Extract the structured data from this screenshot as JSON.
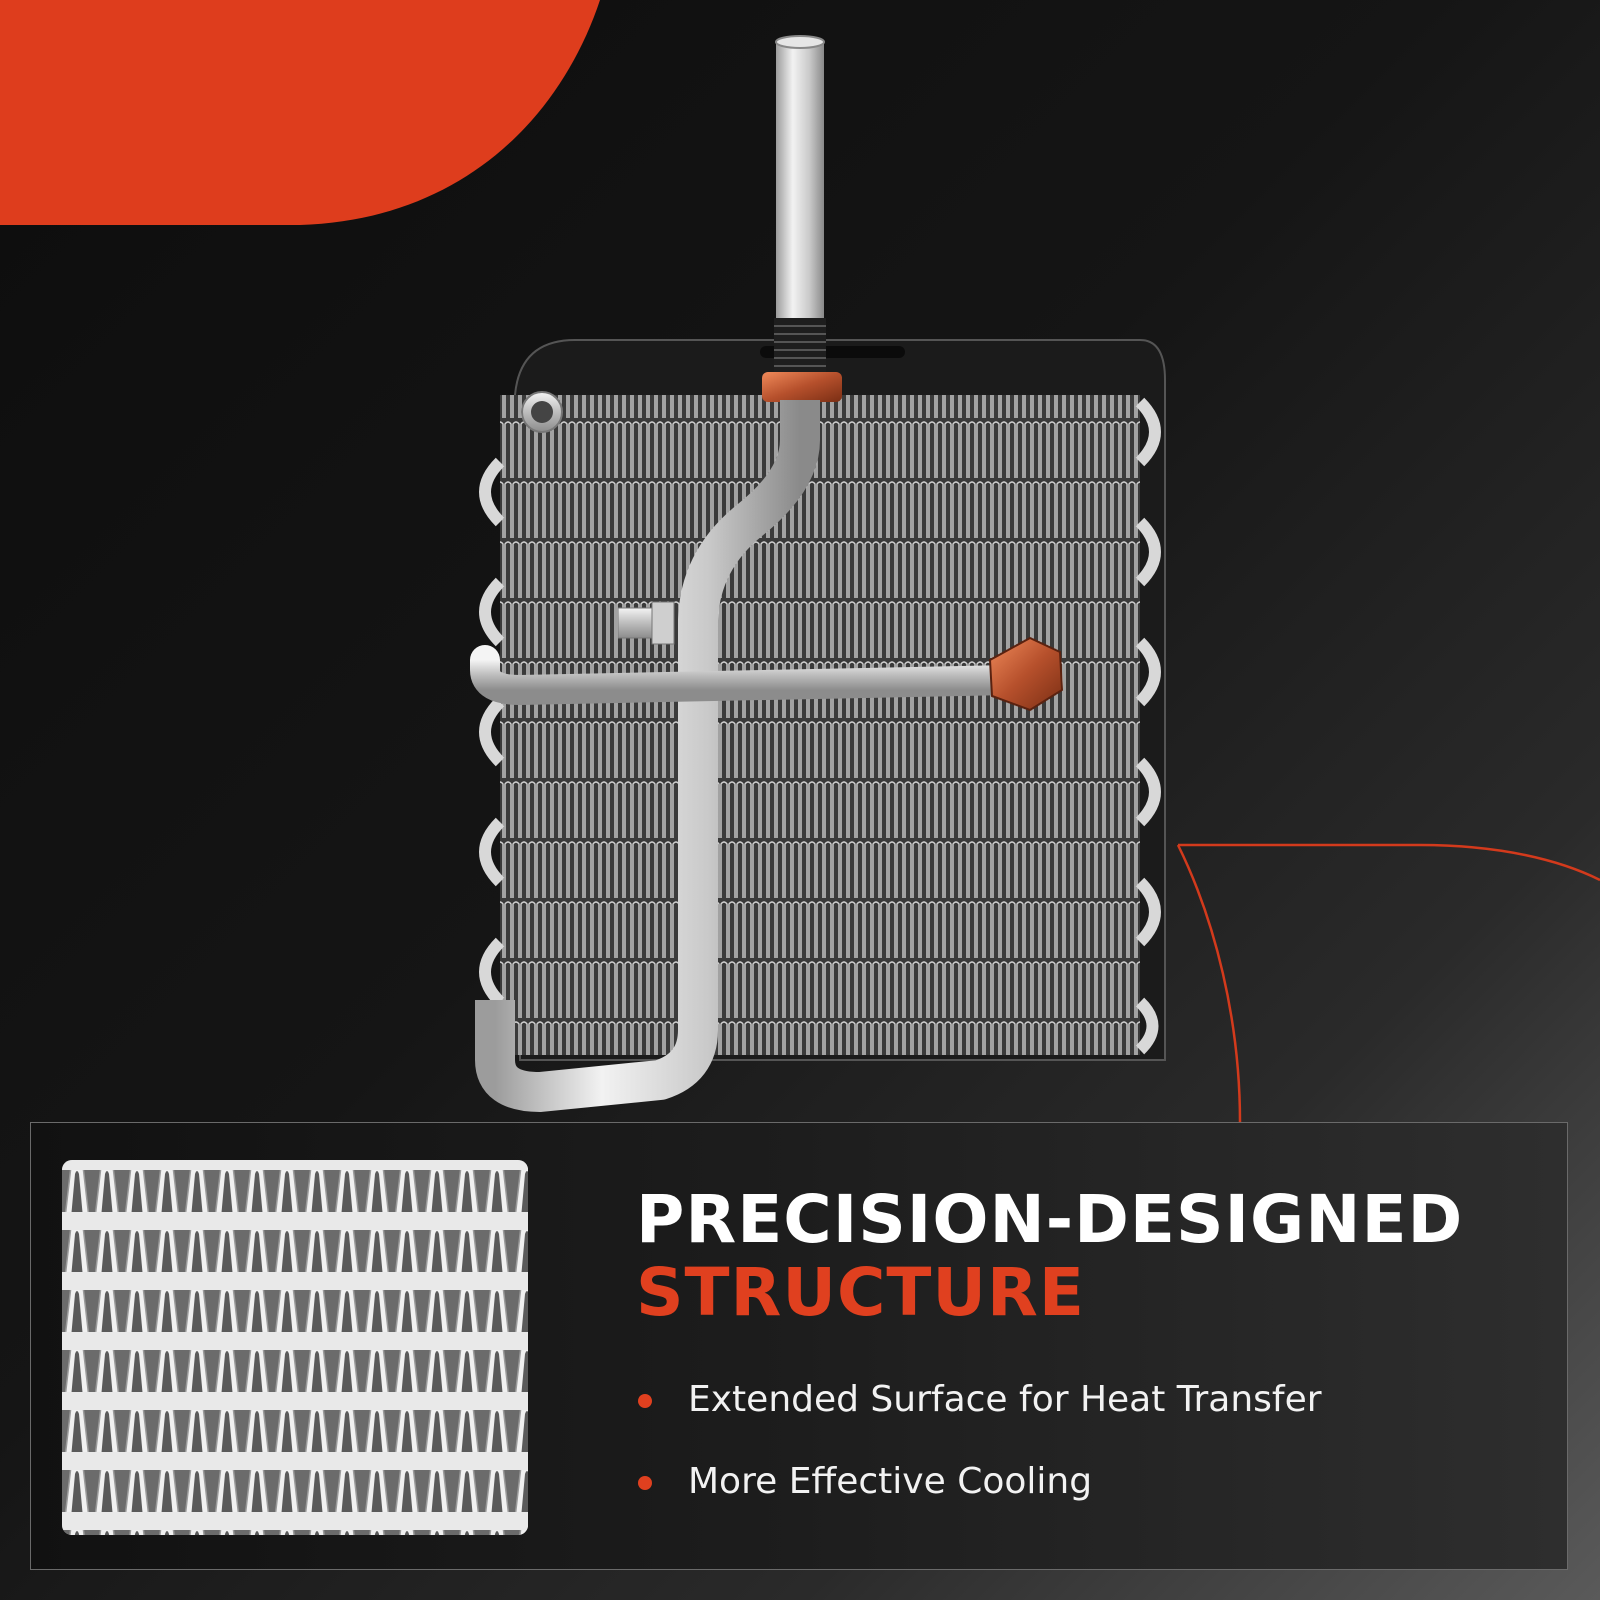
{
  "colors": {
    "accent": "#e0401f",
    "background": "#111111",
    "headline_primary": "#ffffff"
  },
  "headline": {
    "line1": "PRECISION-DESIGNED",
    "line2": "STRUCTURE"
  },
  "bullets": [
    {
      "text": "Extended Surface for Heat Transfer",
      "icon": "bullet-dot-icon"
    },
    {
      "text": "More Effective Cooling",
      "icon": "bullet-dot-icon"
    }
  ],
  "images": {
    "product": "ac-evaporator-core",
    "detail": "fin-closeup"
  }
}
